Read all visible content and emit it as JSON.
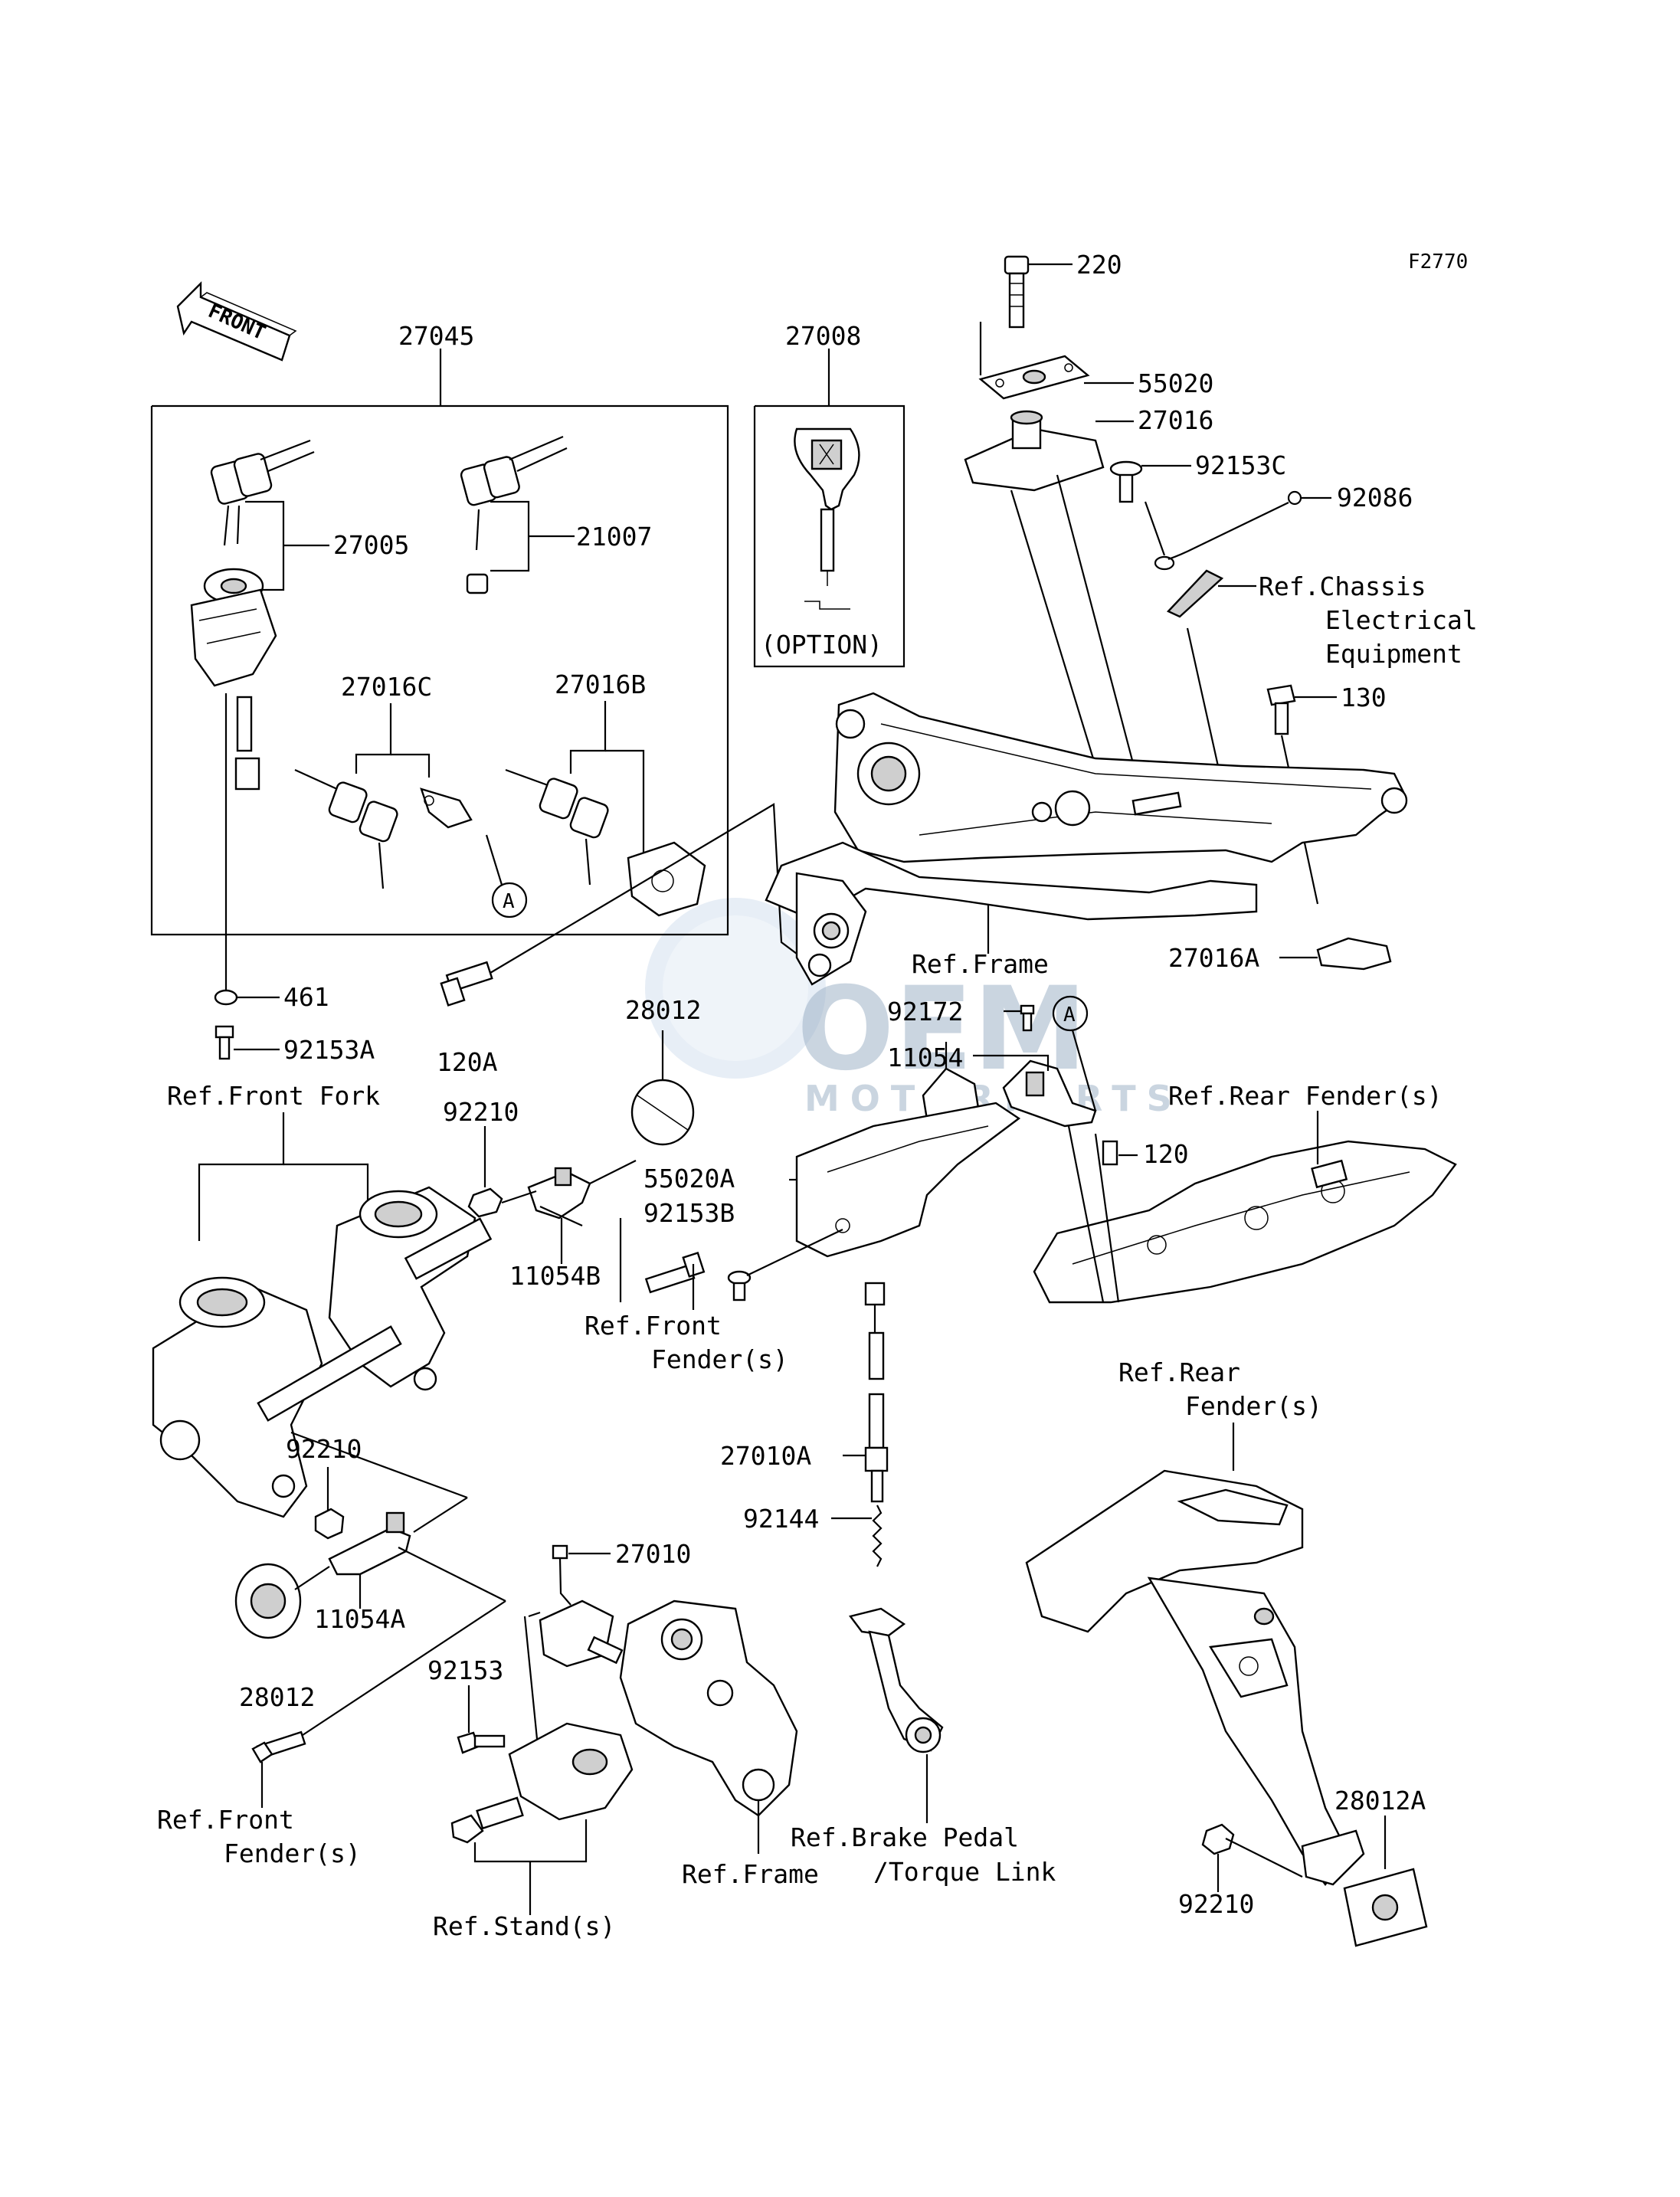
{
  "figure_code": "F2770",
  "front_arrow_label": "FRONT",
  "callout_A": "A",
  "option_note": "(OPTION)",
  "watermark": {
    "logo_text": "OEM",
    "sub_text": "MOTORPARTS"
  },
  "parts": {
    "p220": "220",
    "p55020": "55020",
    "p27016": "27016",
    "p92153C": "92153C",
    "p92086": "92086",
    "p130": "130",
    "p27016A": "27016A",
    "p27045": "27045",
    "p27008": "27008",
    "p27005": "27005",
    "p21007": "21007",
    "p27016C": "27016C",
    "p27016B": "27016B",
    "p461": "461",
    "p92153A": "92153A",
    "p120A": "120A",
    "p28012_top": "28012",
    "p92172": "92172",
    "p11054": "11054",
    "p120": "120",
    "p92210_a": "92210",
    "p11054B": "11054B",
    "p55020A": "55020A",
    "p92153B": "92153B",
    "p92210_b": "92210",
    "p11054A": "11054A",
    "p28012_bottom": "28012",
    "p27010A": "27010A",
    "p92144": "92144",
    "p27010": "27010",
    "p92153": "92153",
    "p28012A": "28012A",
    "p92210_c": "92210"
  },
  "references": {
    "chassis_electrical_1": "Ref.Chassis",
    "chassis_electrical_2": "Electrical",
    "chassis_electrical_3": "Equipment",
    "frame_top": "Ref.Frame",
    "front_fork": "Ref.Front Fork",
    "rear_fender_top": "Ref.Rear Fender(s)",
    "front_fender_mid_1": "Ref.Front",
    "front_fender_mid_2": "Fender(s)",
    "rear_fender_bottom_1": "Ref.Rear",
    "rear_fender_bottom_2": "Fender(s)",
    "front_fender_bottom_1": "Ref.Front",
    "front_fender_bottom_2": "Fender(s)",
    "stand": "Ref.Stand(s)",
    "frame_bottom": "Ref.Frame",
    "brake_pedal_1": "Ref.Brake Pedal",
    "brake_pedal_2": "/Torque Link"
  }
}
